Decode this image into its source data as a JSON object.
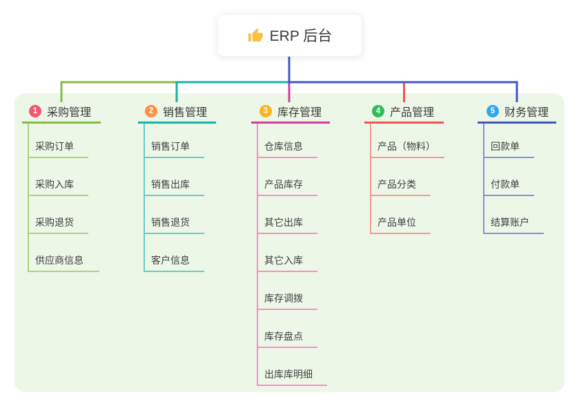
{
  "root": {
    "label": "ERP 后台",
    "icon": "thumbs-up-icon"
  },
  "canvas": {
    "page_background": "#FFFFFF",
    "panel_color": "#EDF7E8",
    "root_connector_color": "#3E56C4"
  },
  "branches": [
    {
      "index": "1",
      "label": "采购管理",
      "badge_color": "#F5566F",
      "line_color": "#84BB45",
      "child_line_color": "#A9D27F",
      "children": [
        "采购订单",
        "采购入库",
        "采购退货",
        "供应商信息"
      ]
    },
    {
      "index": "2",
      "label": "销售管理",
      "badge_color": "#FA9143",
      "line_color": "#14B2AC",
      "child_line_color": "#66CBC5",
      "children": [
        "销售订单",
        "销售出库",
        "销售退货",
        "客户信息"
      ]
    },
    {
      "index": "3",
      "label": "库存管理",
      "badge_color": "#FBB41F",
      "line_color": "#D6399E",
      "child_line_color": "#F48FC5",
      "children": [
        "仓库信息",
        "产品库存",
        "其它出库",
        "其它入库",
        "库存调拨",
        "库存盘点",
        "出库库明细"
      ]
    },
    {
      "index": "4",
      "label": "产品管理",
      "badge_color": "#2FBD5B",
      "line_color": "#F4544D",
      "child_line_color": "#F79792",
      "children": [
        "产品（物料）",
        "产品分类",
        "产品单位"
      ]
    },
    {
      "index": "5",
      "label": "财务管理",
      "badge_color": "#33A7EE",
      "line_color": "#3E56C4",
      "child_line_color": "#8193D2",
      "children": [
        "回款单",
        "付款单",
        "结算账户"
      ]
    }
  ]
}
